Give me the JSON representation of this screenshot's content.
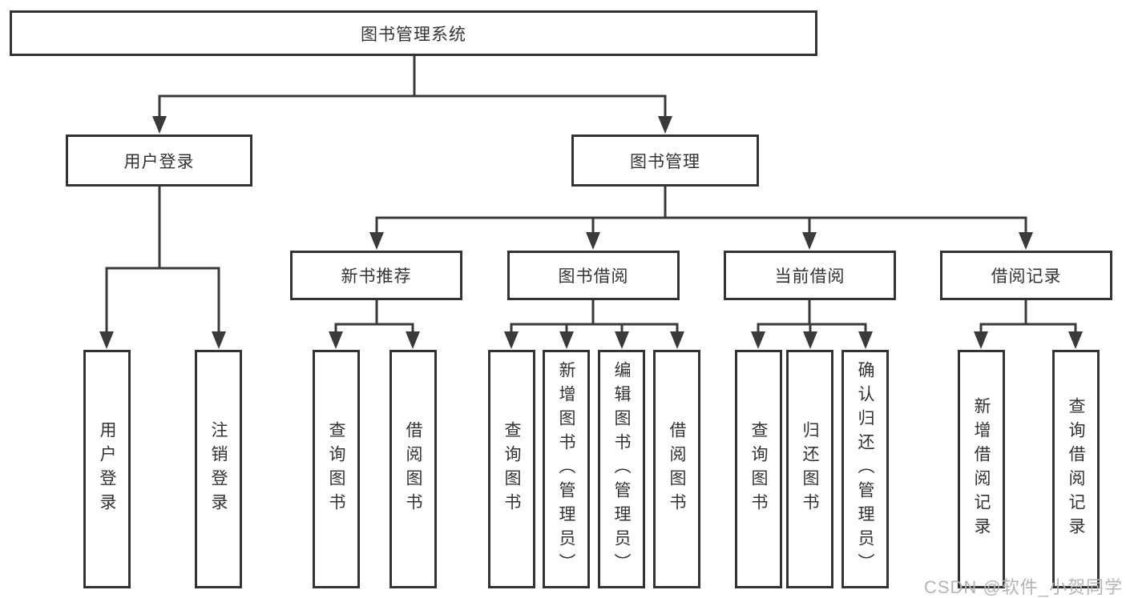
{
  "tree": {
    "root": "图书管理系统",
    "branches": [
      {
        "label": "用户登录",
        "children": [
          "用户登录",
          "注销登录"
        ]
      },
      {
        "label": "图书管理",
        "groups": [
          {
            "label": "新书推荐",
            "children": [
              "查询图书",
              "借阅图书"
            ]
          },
          {
            "label": "图书借阅",
            "children": [
              "查询图书",
              "新增图书（管理员）",
              "编辑图书（管理员）",
              "借阅图书"
            ]
          },
          {
            "label": "当前借阅",
            "children": [
              "查询图书",
              "归还图书",
              "确认归还（管理员）"
            ]
          },
          {
            "label": "借阅记录",
            "children": [
              "新增借阅记录",
              "查询借阅记录"
            ]
          }
        ]
      }
    ]
  },
  "watermark": "CSDN @软件_小贺同学",
  "colors": {
    "line": "#3a3a3a",
    "box_border": "#333333",
    "text": "#333333",
    "watermark": "#b4b4b7",
    "background": "#ffffff"
  }
}
